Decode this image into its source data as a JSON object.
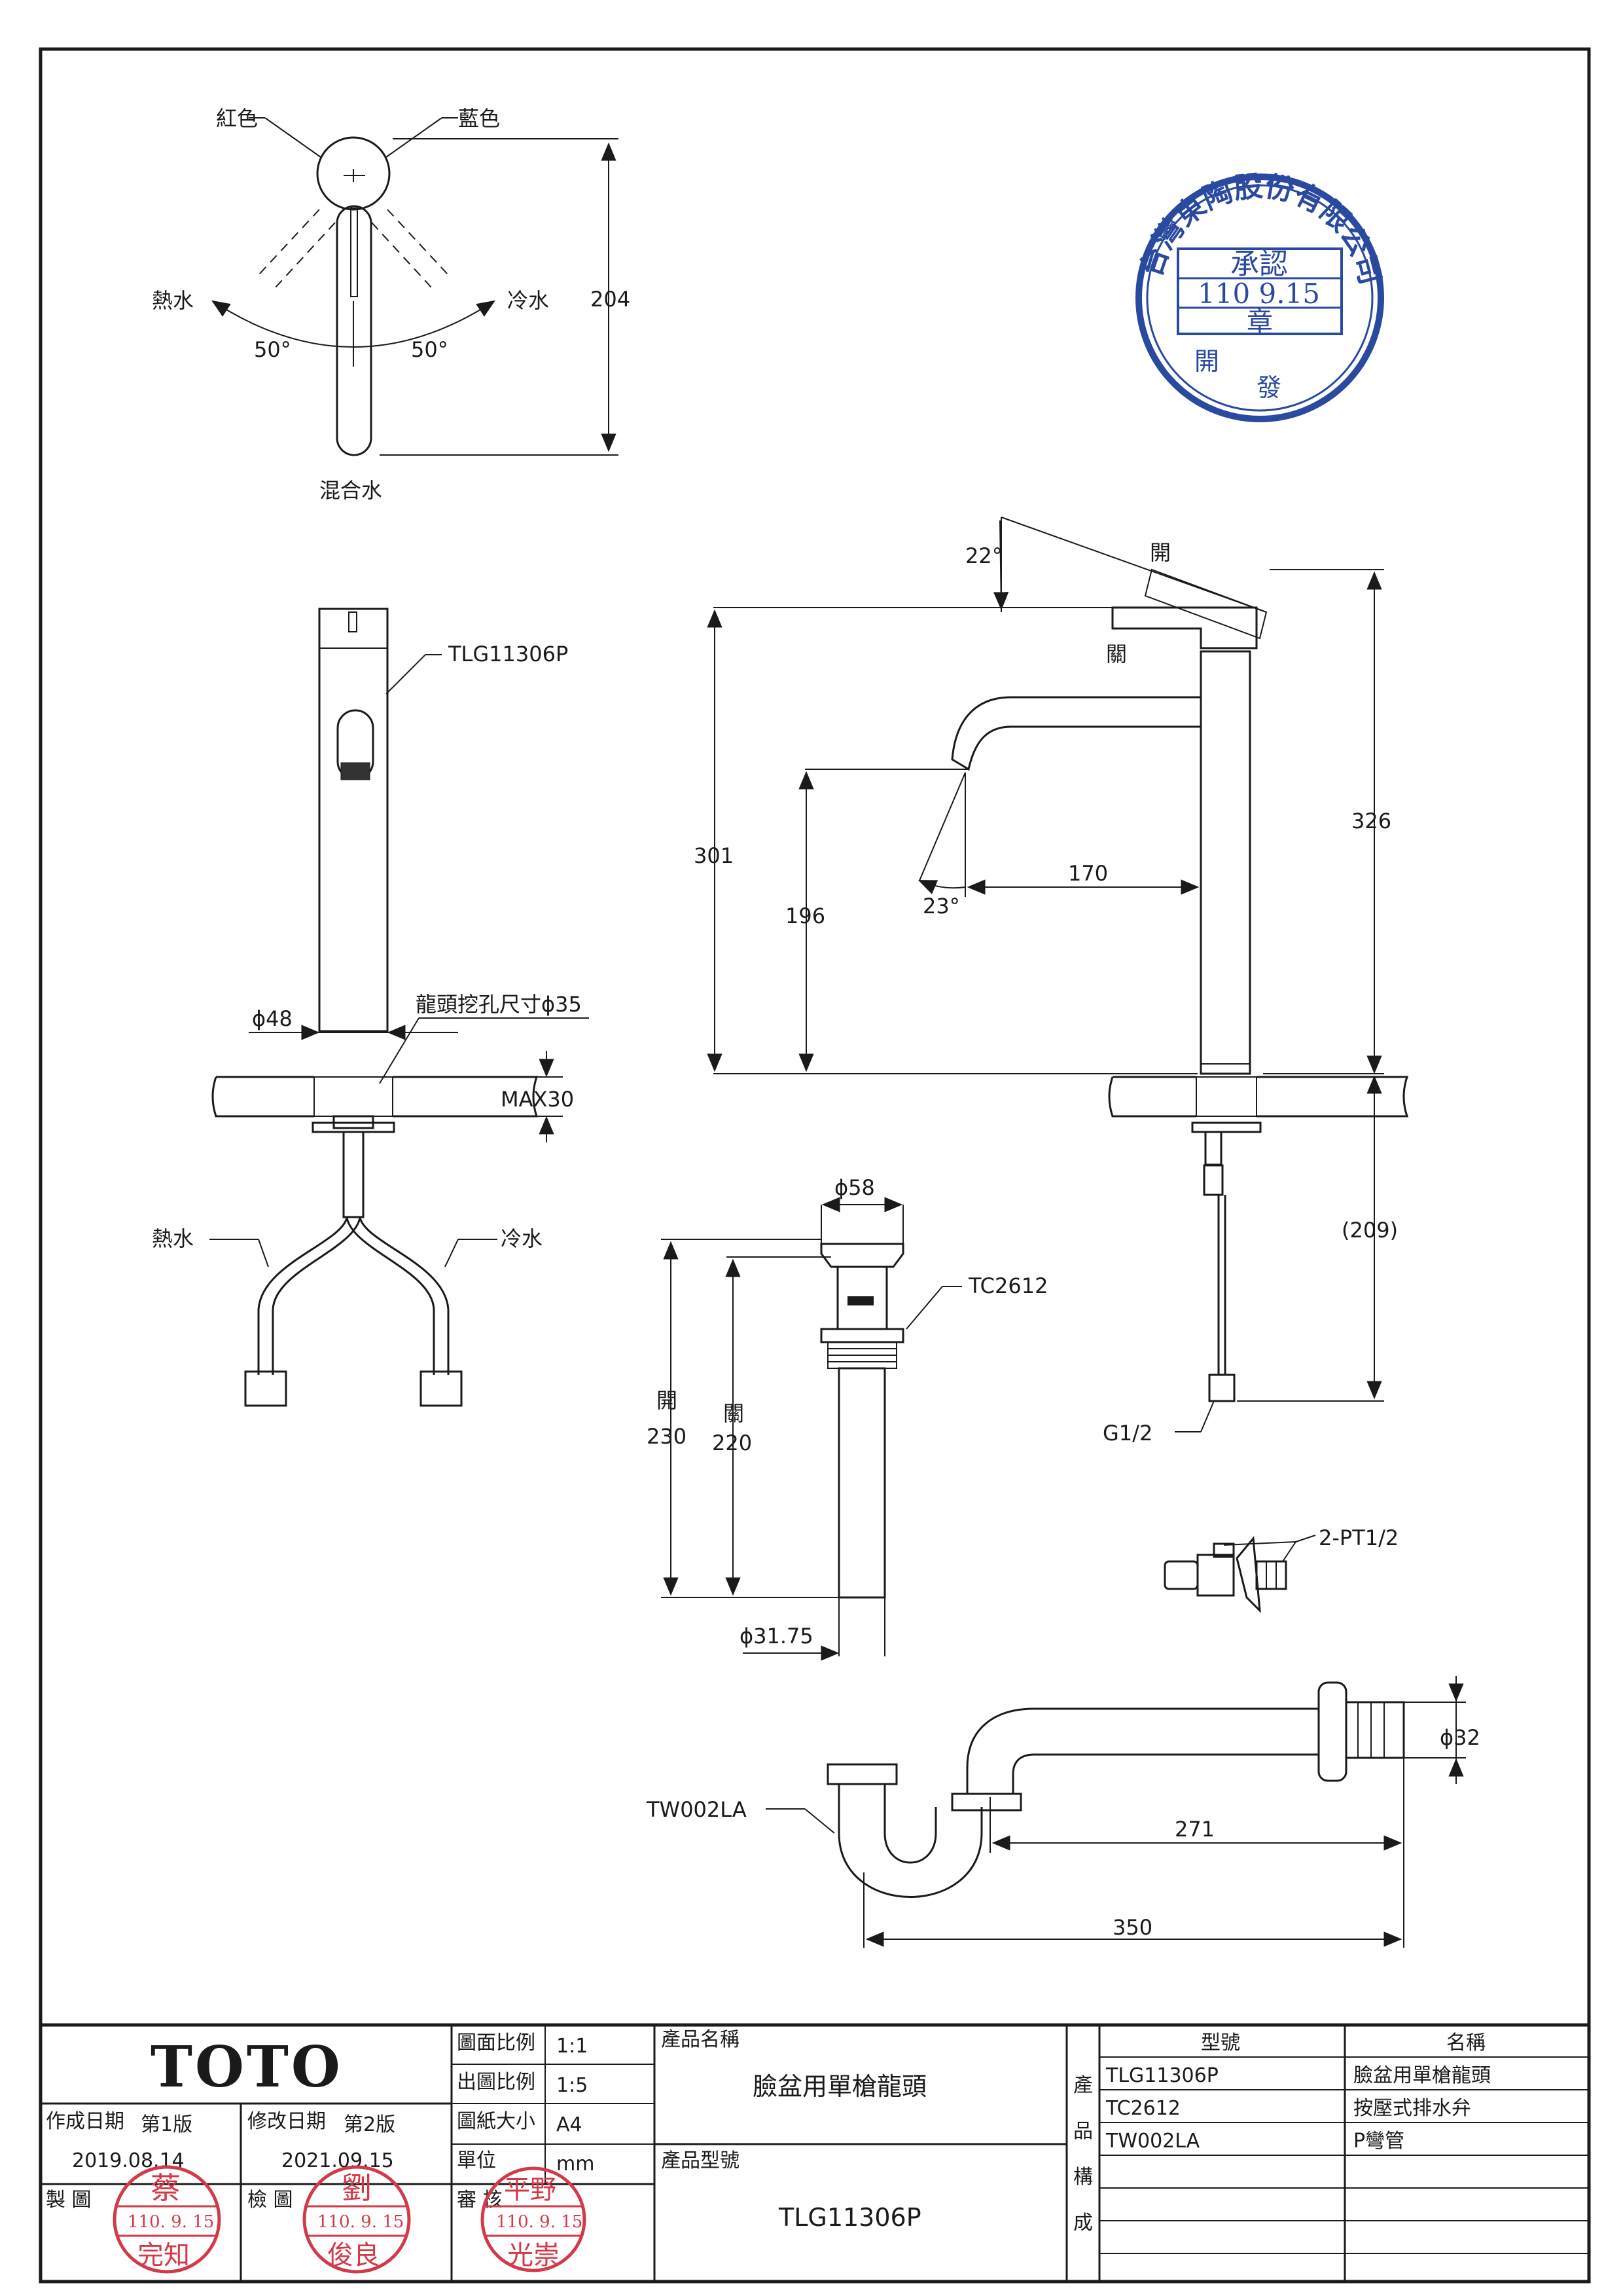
{
  "top_view": {
    "red_label": "紅色",
    "blue_label": "藍色",
    "hot_label": "熱水",
    "cold_label": "冷水",
    "angle_left": "50°",
    "angle_right": "50°",
    "mix_label": "混合水",
    "height_dim": "204"
  },
  "front_view": {
    "model_callout": "TLG11306P",
    "dia_label": "ϕ48",
    "hole_label": "龍頭挖孔尺寸ϕ35",
    "max_label": "MAX30",
    "hot_label": "熱水",
    "cold_label": "冷水"
  },
  "side_view": {
    "open_angle": "22°",
    "open_label": "開",
    "close_label": "關",
    "dim_326": "326",
    "dim_301": "301",
    "dim_196": "196",
    "dim_170": "170",
    "angle_23": "23°",
    "dim_209": "(209)",
    "thread_label": "G1/2"
  },
  "drain": {
    "dia_58": "ϕ58",
    "callout": "TC2612",
    "open_label": "開",
    "open_dim": "230",
    "close_label": "關",
    "close_dim": "220",
    "dia_bottom": "ϕ31.75"
  },
  "valve": {
    "callout": "2-PT1/2"
  },
  "trap": {
    "callout": "TW002LA",
    "dia_32": "ϕ32",
    "dim_271": "271",
    "dim_350": "350"
  },
  "approval_stamp": {
    "text": "台灣東陶股份有限公司",
    "center": "承認",
    "date": "110 9.15",
    "seal": "章",
    "bottom_left": "開",
    "bottom_right": "發"
  },
  "title_block": {
    "logo": "TOTO",
    "created_date_label": "作成日期",
    "created_version": "第1版",
    "created_date": "2019.08.14",
    "revised_date_label": "修改日期",
    "revised_version": "第2版",
    "revised_date": "2021.09.15",
    "drawn_label": "製 圖",
    "checked_label": "檢 圖",
    "approved_label": "審 核",
    "drawing_scale_label": "圖面比例",
    "drawing_scale": "1:1",
    "output_scale_label": "出圖比例",
    "output_scale": "1:5",
    "paper_size_label": "圖紙大小",
    "paper_size": "A4",
    "unit_label": "單位",
    "unit": "mm",
    "product_name_label": "產品名稱",
    "product_name": "臉盆用單槍龍頭",
    "product_model_label": "產品型號",
    "product_model": "TLG11306P",
    "composition_label": "產品構成",
    "table_headers": [
      "型號",
      "名稱"
    ],
    "table_rows": [
      [
        "TLG11306P",
        "臉盆用單槍龍頭"
      ],
      [
        "TC2612",
        "按壓式排水弁"
      ],
      [
        "TW002LA",
        "P彎管"
      ]
    ]
  },
  "stamps": [
    {
      "date": "110. 9. 15",
      "top": "蔡",
      "bottom": "完知"
    },
    {
      "date": "110. 9. 15",
      "top": "劉",
      "bottom": "俊良"
    },
    {
      "date": "110. 9. 15",
      "top": "平野",
      "bottom": "光崇"
    }
  ]
}
